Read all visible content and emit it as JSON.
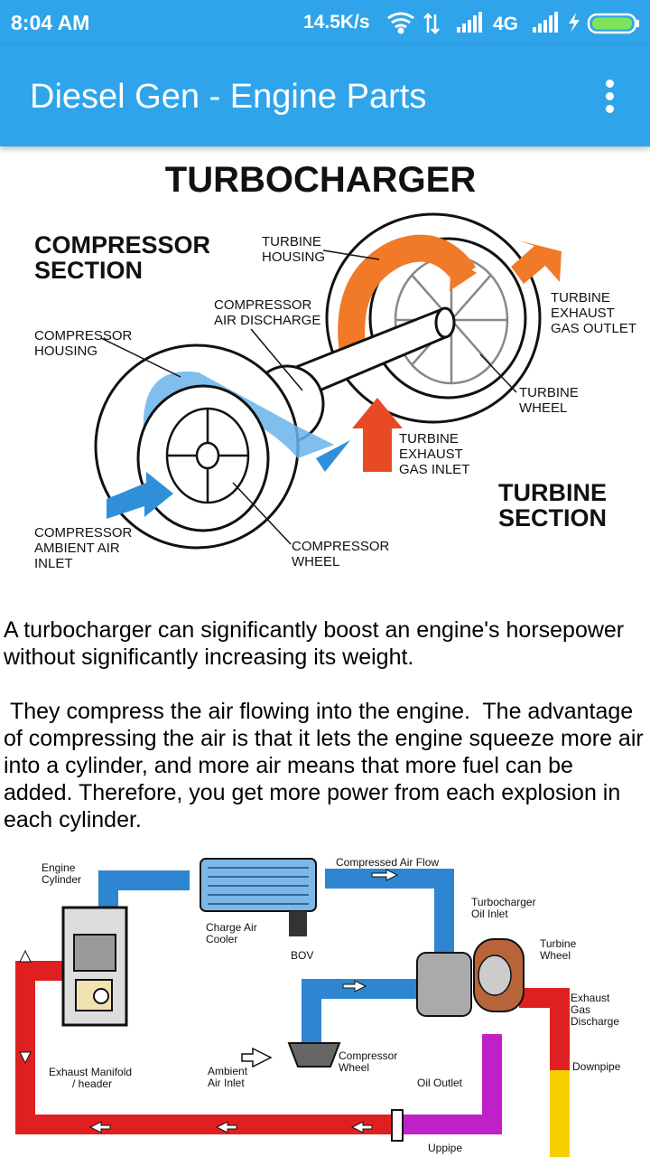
{
  "status_bar": {
    "time": "8:04 AM",
    "network_speed": "14.5K/s",
    "network_type": "4G",
    "icons": [
      "wifi-icon",
      "data-transfer-icon",
      "signal-icon",
      "signal-icon",
      "battery-charging-icon"
    ]
  },
  "app_bar": {
    "title": "Diesel Gen - Engine Parts",
    "menu_icon": "overflow-menu-icon"
  },
  "diagram1": {
    "title": "TURBOCHARGER",
    "compressor_section": [
      "COMPRESSOR",
      "SECTION"
    ],
    "turbine_section": [
      "TURBINE",
      "SECTION"
    ],
    "turbine_housing": [
      "TURBINE",
      "HOUSING"
    ],
    "compressor_air_discharge": [
      "COMPRESSOR",
      "AIR DISCHARGE"
    ],
    "compressor_housing": [
      "COMPRESSOR",
      "HOUSING"
    ],
    "turbine_exhaust_gas_outlet": [
      "TURBINE",
      "EXHAUST",
      "GAS OUTLET"
    ],
    "turbine_wheel": [
      "TURBINE",
      "WHEEL"
    ],
    "turbine_exhaust_gas_inlet": [
      "TURBINE",
      "EXHAUST",
      "GAS INLET"
    ],
    "compressor_ambient_air_inlet": [
      "COMPRESSOR",
      "AMBIENT AIR",
      "INLET"
    ],
    "compressor_wheel": [
      "COMPRESSOR",
      "WHEEL"
    ],
    "colors": {
      "compressor_air": "#2f8fd8",
      "exhaust": "#f07a28"
    }
  },
  "article": {
    "paragraph1": "A turbocharger can significantly boost an engine's horsepower without significantly increasing its weight.",
    "paragraph2": " They compress the air flowing into the engine.  The advantage of compressing the air is that it lets the engine squeeze more air into a cylinder, and more air means that more fuel can be added. Therefore, you get more power from each explosion in each cylinder."
  },
  "diagram2": {
    "compressed_air_flow": "Compressed Air Flow",
    "engine_cylinder": [
      "Engine",
      "Cylinder"
    ],
    "charge_air_cooler": [
      "Charge Air",
      "Cooler"
    ],
    "bov": "BOV",
    "turbocharger_oil_inlet": [
      "Turbocharger",
      "Oil Inlet"
    ],
    "turbine_wheel": [
      "Turbine",
      "Wheel"
    ],
    "exhaust_gas_discharge": [
      "Exhaust",
      "Gas",
      "Discharge"
    ],
    "compressor_wheel": [
      "Compressor",
      "Wheel"
    ],
    "exhaust_manifold": [
      "Exhaust Manifold",
      "/ header"
    ],
    "ambient_air_inlet": [
      "Ambient",
      "Air Inlet"
    ],
    "oil_outlet": "Oil Outlet",
    "downpipe": "Downpipe",
    "uppipe": "Uppipe",
    "colors": {
      "intake": "#2f86d0",
      "exhaust": "#e02020",
      "uppipe": "#c020c8",
      "downpipe": "#f5d000"
    }
  }
}
